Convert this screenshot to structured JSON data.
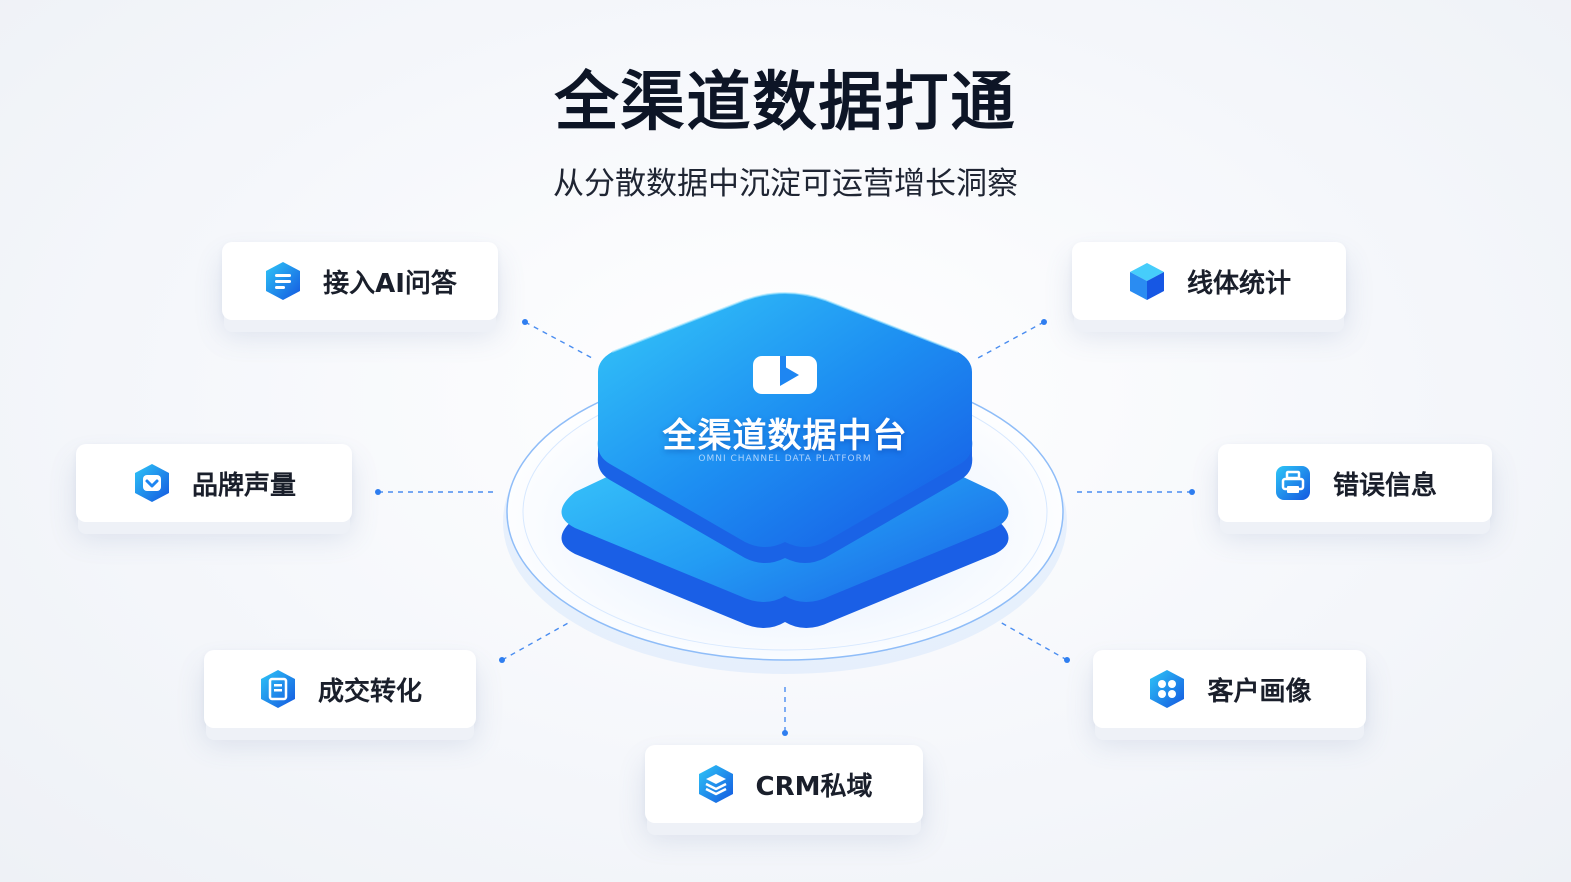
{
  "header": {
    "title": "全渠道数据打通",
    "subtitle": "从分散数据中沉淀可运营增长洞察"
  },
  "center": {
    "title": "全渠道数据中台",
    "subtitle": "OMNI CHANNEL DATA PLATFORM",
    "icon": "play-window-icon"
  },
  "nodes": [
    {
      "label": "接入AI问答",
      "icon": "document-lines-icon"
    },
    {
      "label": "线体统计",
      "icon": "cube-icon"
    },
    {
      "label": "品牌声量",
      "icon": "chevron-badge-icon"
    },
    {
      "label": "错误信息",
      "icon": "printer-icon"
    },
    {
      "label": "成交转化",
      "icon": "receipt-icon"
    },
    {
      "label": "客户画像",
      "icon": "grid-dots-icon"
    },
    {
      "label": "CRM私域",
      "icon": "layers-icon"
    }
  ],
  "colors": {
    "accent": "#1f7bf0",
    "accent_light": "#2ec6f7",
    "accent_dark": "#1457e0",
    "title": "#0d1526",
    "connector": "#4a8df0"
  }
}
